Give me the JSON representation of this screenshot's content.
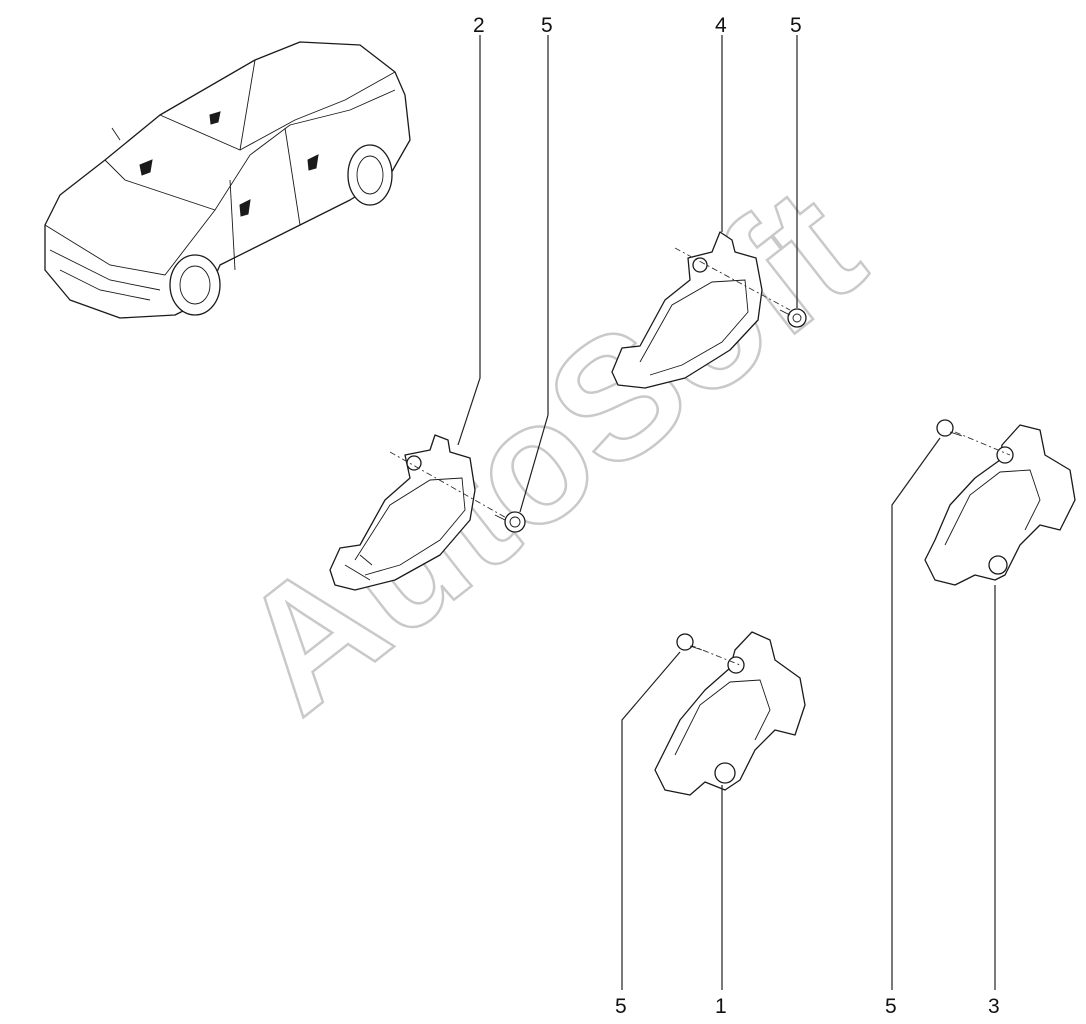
{
  "watermark": "AutoSoft",
  "callouts": {
    "c2_top": "2",
    "c5_top_a": "5",
    "c4_top": "4",
    "c5_top_b": "5",
    "c5_bottom_a": "5",
    "c1_bottom": "1",
    "c5_bottom_b": "5",
    "c3_bottom": "3"
  }
}
